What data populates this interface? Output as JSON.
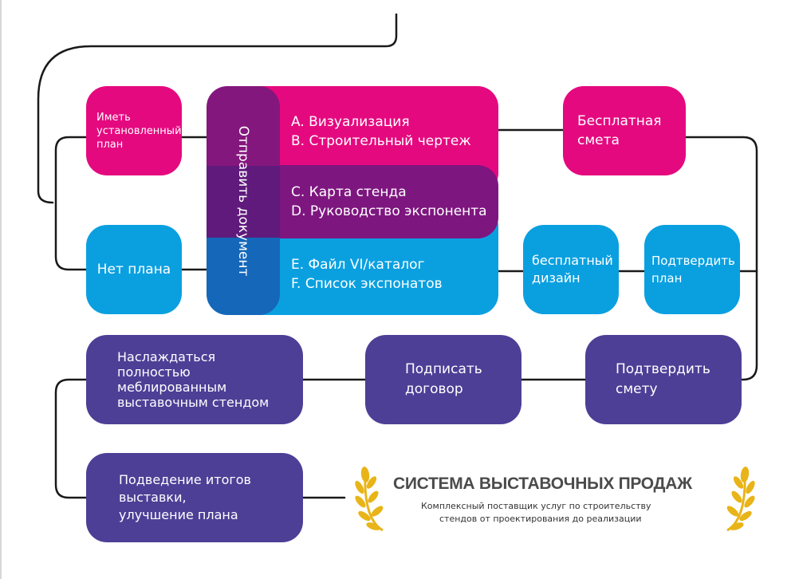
{
  "steps": {
    "have_plan": [
      "Иметь",
      "установленный",
      "план"
    ],
    "no_plan": "Нет плана",
    "send_docs": "Отправить документ",
    "docs_pink": [
      "A. Визуализация",
      "B. Строительный чертеж"
    ],
    "docs_purple": [
      "C. Карта стенда",
      "D. Руководство экспонента"
    ],
    "docs_blue": [
      "E. Файл VI/каталог",
      "F. Список экспонатов"
    ],
    "free_estimate": [
      "Бесплатная",
      "смета"
    ],
    "free_design": [
      "бесплатный",
      "дизайн"
    ],
    "confirm_plan": [
      "Подтвердить",
      "план"
    ],
    "confirm_estimate": [
      "Подтвердить",
      "смету"
    ],
    "sign_contract": [
      "Подписать",
      "договор"
    ],
    "enjoy_stand": [
      "Наслаждаться",
      "полностью",
      "меблированным",
      "выставочным стендом"
    ],
    "summary": [
      "Подведение итогов",
      "выставки,",
      "улучшение плана"
    ]
  },
  "brand": {
    "title": "СИСТЕМА ВЫСТАВОЧНЫХ ПРОДАЖ",
    "subtitle": [
      "Комплексный поставщик  услуг  по строительству",
      "стендов  от проектирования  до реализации"
    ]
  },
  "colors": {
    "pink": "#e5097f",
    "blue": "#0aa0e0",
    "indigo": "#4d3f96",
    "purple": "#7e1680",
    "line": "#1a1a1a",
    "laurel": "#e8b418"
  },
  "icons": [
    "laurel-left-icon",
    "laurel-right-icon"
  ]
}
